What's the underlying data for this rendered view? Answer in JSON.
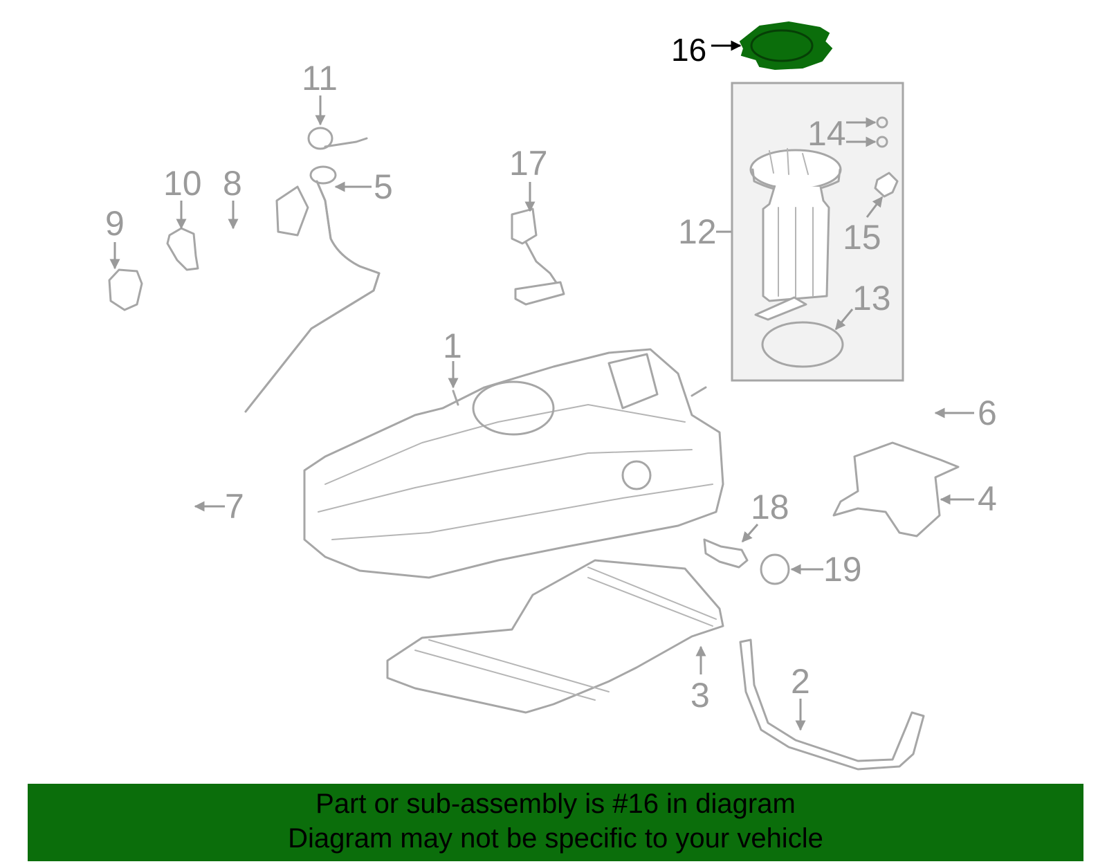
{
  "diagram": {
    "callouts": [
      "1",
      "2",
      "3",
      "4",
      "5",
      "6",
      "7",
      "8",
      "9",
      "10",
      "11",
      "12",
      "13",
      "14",
      "15",
      "16",
      "17",
      "18",
      "19"
    ],
    "highlighted_callout": "16",
    "colors": {
      "highlight": "#0b6e0b",
      "line_art": "#a6a6a6",
      "label": "#9a9a9a",
      "panel_background": "#f2f2f2"
    }
  },
  "banner": {
    "line1": "Part or sub-assembly is #16 in diagram",
    "line2": "Diagram may not be specific to your vehicle"
  }
}
